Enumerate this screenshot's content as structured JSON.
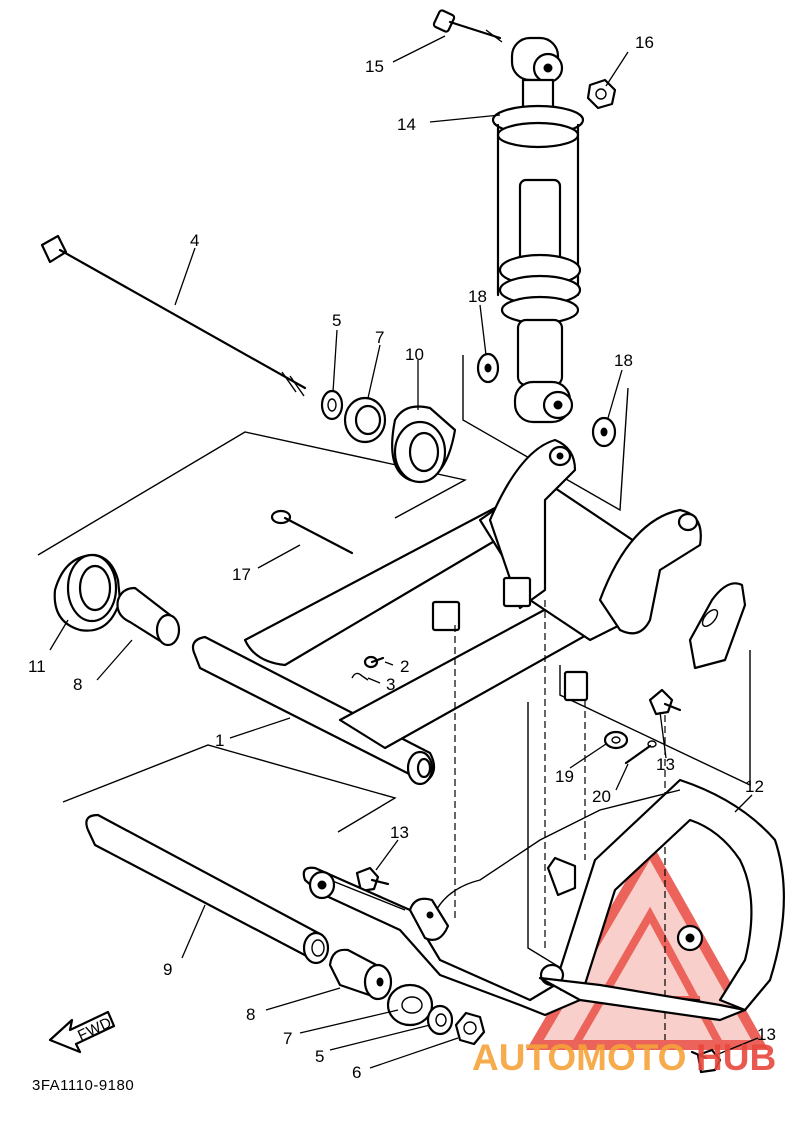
{
  "diagram": {
    "code": "3FA1110-9180",
    "fwd_label": "FWD",
    "callouts": {
      "c1": "1",
      "c2": "2",
      "c3": "3",
      "c4": "4",
      "c5a": "5",
      "c5b": "5",
      "c6": "6",
      "c7a": "7",
      "c7b": "7",
      "c8a": "8",
      "c8b": "8",
      "c9": "9",
      "c10": "10",
      "c11": "11",
      "c12": "12",
      "c13a": "13",
      "c13b": "13",
      "c13c": "13",
      "c14": "14",
      "c15": "15",
      "c16": "16",
      "c17": "17",
      "c18a": "18",
      "c18b": "18",
      "c19": "19",
      "c20": "20"
    }
  },
  "watermark": {
    "brand_auto": "AUTOMOTO",
    "brand_hub": "HUB",
    "colors": {
      "red": "#e8483e",
      "orange": "#f6a33a",
      "pink": "#f5b3ae"
    }
  }
}
